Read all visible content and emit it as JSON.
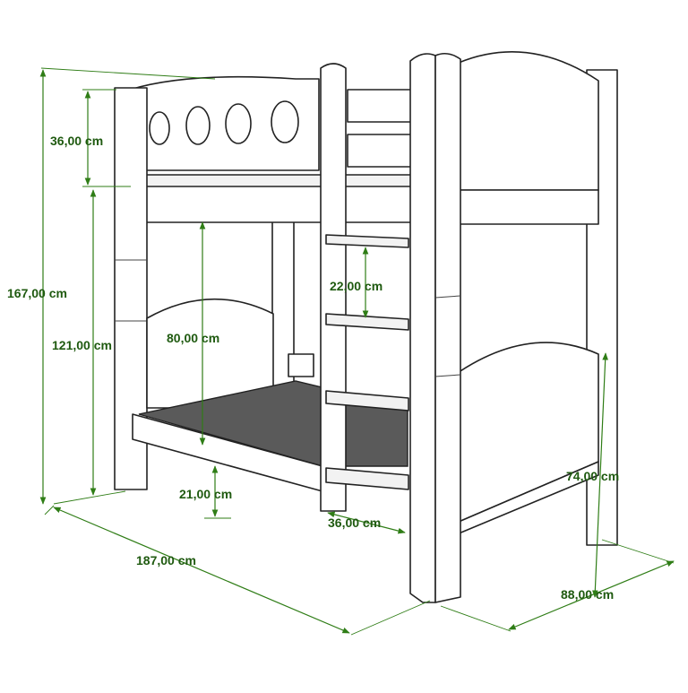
{
  "dimensions": {
    "total_height": "167,00 cm",
    "top_rail_height": "36,00 cm",
    "lower_height": "121,00 cm",
    "bunk_clearance": "80,00 cm",
    "ladder_step": "22,00 cm",
    "floor_clearance": "21,00 cm",
    "ladder_width": "36,00 cm",
    "length": "187,00 cm",
    "width": "88,00 cm",
    "end_height": "74,00 cm"
  },
  "colors": {
    "dimension_lines": "#2f7d16",
    "dimension_text": "#1f5a10",
    "mattress": "#5a5a5a",
    "outline": "#222222"
  }
}
